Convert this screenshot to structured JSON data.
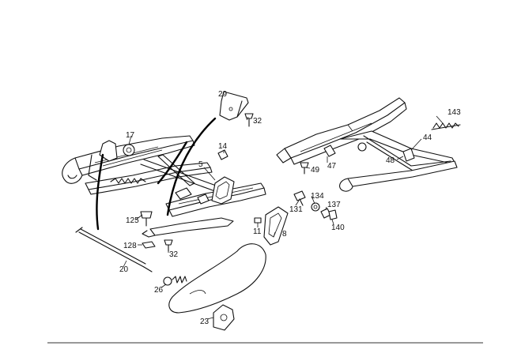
{
  "labels": {
    "p143": "143",
    "p44": "44",
    "p29": "29",
    "p32a": "32",
    "p17": "17",
    "p14": "14",
    "p5": "5",
    "p49": "49",
    "p47": "47",
    "p48": "48",
    "p134": "134",
    "p131": "131",
    "p137": "137",
    "p140": "140",
    "p125": "125",
    "p11": "11",
    "p8": "8",
    "p128": "128",
    "p32b": "32",
    "p20": "20",
    "p26": "26",
    "p23": "23"
  }
}
